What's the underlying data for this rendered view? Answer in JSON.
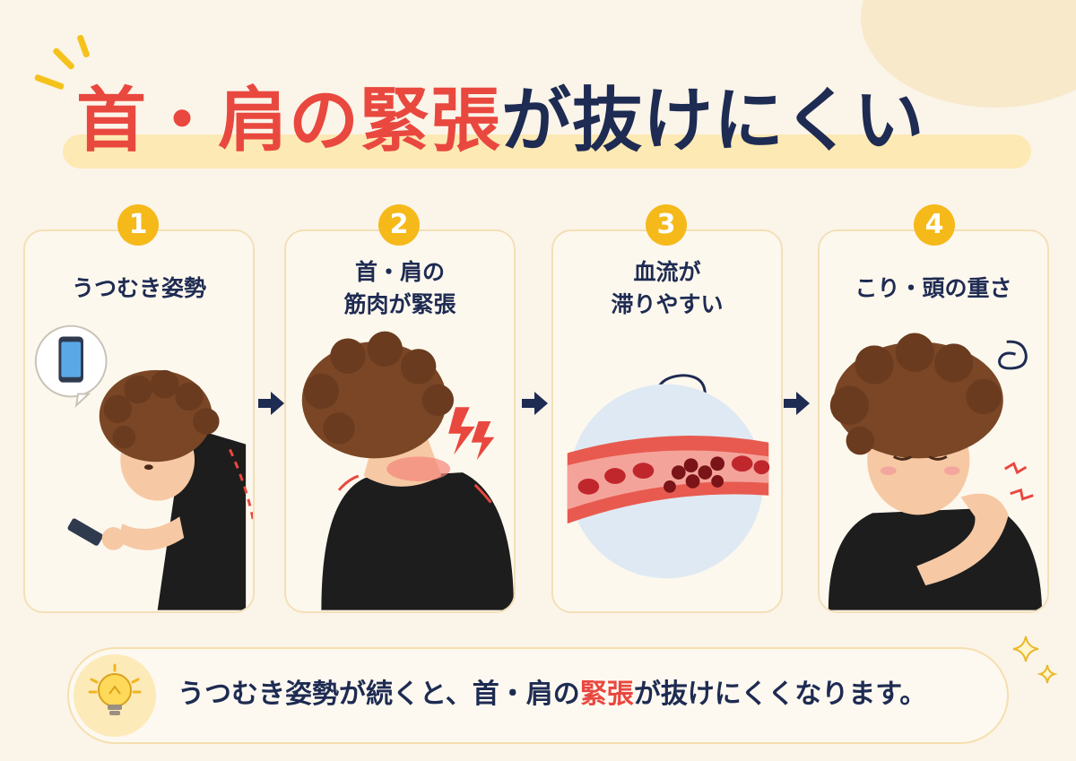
{
  "title": {
    "part1": "首・肩の",
    "part2": "緊張",
    "part3": "が抜けにくい"
  },
  "colors": {
    "accent_red": "#e9483f",
    "navy": "#1e2b52",
    "badge_yellow": "#f5b91a",
    "highlight_band": "#fde9b4"
  },
  "steps": [
    {
      "number": "1",
      "caption_lines": [
        "うつむき姿勢"
      ]
    },
    {
      "number": "2",
      "caption_lines": [
        "首・肩の",
        "筋肉が緊張"
      ]
    },
    {
      "number": "3",
      "caption_lines": [
        "血流が",
        "滞りやすい"
      ]
    },
    {
      "number": "4",
      "caption_lines": [
        "こり・頭の重さ"
      ]
    }
  ],
  "icons": {
    "step_arrow": "right-arrow-icon",
    "bulb": "lightbulb-icon",
    "phone": "smartphone-icon",
    "stress": "lightning-icon",
    "dizzy": "spiral-icon",
    "sparkle": "sparkle-icon"
  },
  "banner": {
    "text_before": "うつむき姿勢が続くと、首・肩の",
    "text_highlight": "緊張",
    "text_after": "が抜けにくくなります。"
  }
}
